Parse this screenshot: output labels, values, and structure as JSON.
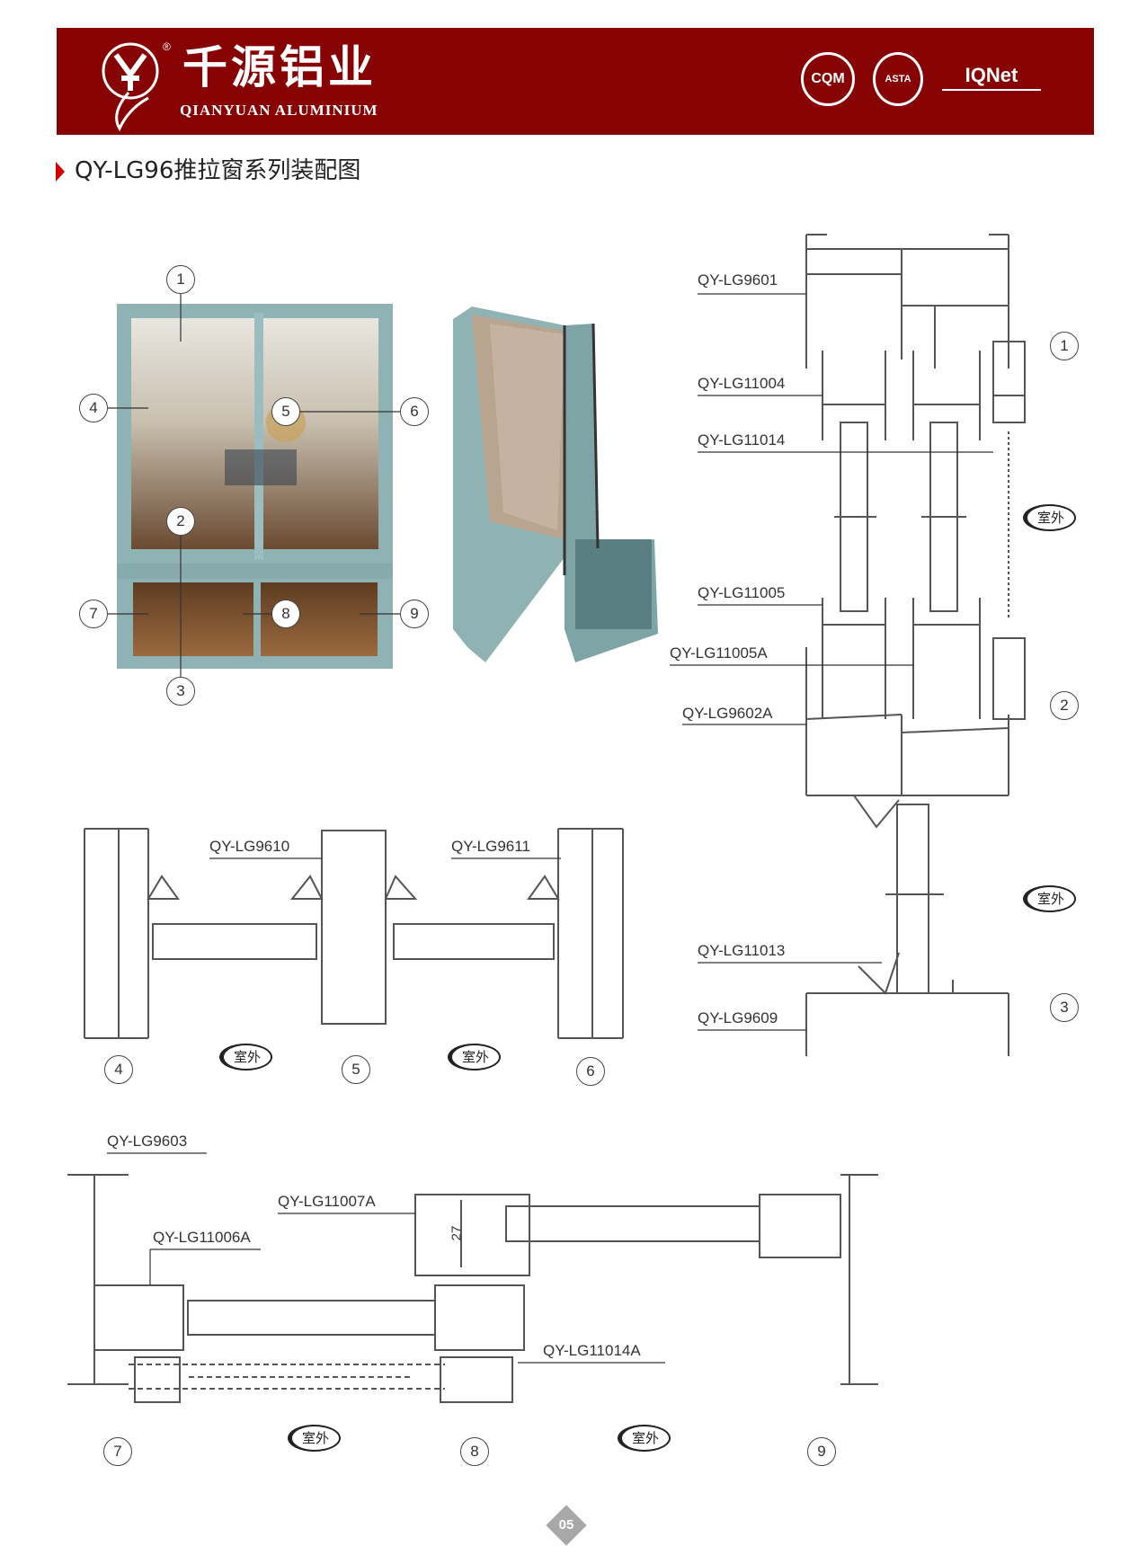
{
  "header": {
    "brand_cn": "千源铝业",
    "brand_en": "QIANYUAN ALUMINIUM",
    "registered": "®",
    "cert_logos": [
      "CQM",
      "ASTA",
      "IQNet"
    ]
  },
  "page_title": "QY-LG96推拉窗系列装配图",
  "window_callouts": [
    "1",
    "2",
    "3",
    "4",
    "5",
    "6",
    "7",
    "8",
    "9"
  ],
  "vertical_section": {
    "labels": [
      "QY-LG9601",
      "QY-LG11004",
      "QY-LG11014",
      "QY-LG11005",
      "QY-LG11005A",
      "QY-LG9602A",
      "QY-LG11013",
      "QY-LG9609"
    ],
    "callouts": [
      "1",
      "2",
      "3"
    ],
    "outside_label": "室外"
  },
  "horizontal_section_mid": {
    "labels": [
      "QY-LG9610",
      "QY-LG9611"
    ],
    "callouts": [
      "4",
      "5",
      "6"
    ],
    "outside_label": "室外"
  },
  "horizontal_section_bottom": {
    "labels": [
      "QY-LG9603",
      "QY-LG11007A",
      "QY-LG11006A",
      "QY-LG11014A"
    ],
    "dimension": "27",
    "callouts": [
      "7",
      "8",
      "9"
    ],
    "outside_label": "室外"
  },
  "page_number": "05",
  "colors": {
    "header_bg": "#870202",
    "accent": "#d40000",
    "frame": "#8fb3b5"
  }
}
